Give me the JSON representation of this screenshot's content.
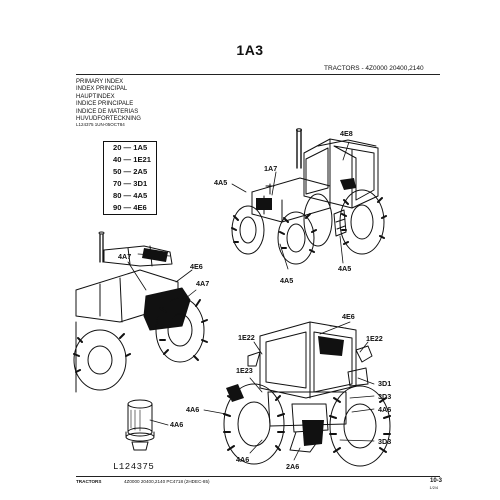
{
  "page_title": "1A3",
  "header_right": "TRACTORS - 4Z0000 20400,2140",
  "primary_index_titles": [
    "PRIMARY INDEX",
    "INDEX PRINCIPAL",
    "HAUPTINDEX",
    "INDICE PRINCIPALE",
    "INDICE DE MATERIAS",
    "HUVUDFORTECKNING"
  ],
  "index_small": "L124375   1UN-05OCT84",
  "index_rows": [
    "20 — 1A5",
    "40 — 1E21",
    "50 — 2A5",
    "70 — 3D1",
    "80 — 4A5",
    "90 — 4E6"
  ],
  "callouts": {
    "top_1a7": "1A7",
    "top_4e8": "4E8",
    "top_4a5_left": "4A5",
    "top_4a5_bottom": "4A5",
    "top_4a5_right": "4A5",
    "mid_4a7_top": "4A7",
    "mid_4e6": "4E6",
    "mid_4a7_right": "4A7",
    "bot_4e6": "4E6",
    "bot_1e22_left": "1E22",
    "bot_1e22_right": "1E22",
    "bot_1e23": "1E23",
    "bot_3d1": "3D1",
    "bot_3d3_upper": "3D3",
    "bot_4a6_right": "4A6",
    "bot_4a6_left": "4A6",
    "bot_3d3_lower": "3D3",
    "bot_4a6_filter": "4A6",
    "bot_4a6_bottom": "4A6",
    "bot_2a6": "2A6"
  },
  "figure_code": "L124375",
  "footer_left": "TRACTORS",
  "footer_mid": "4Z0000 20400,2140 PC4718 (2HDEC-85)",
  "page_number": "10-3",
  "page_sub": "1/2/4"
}
